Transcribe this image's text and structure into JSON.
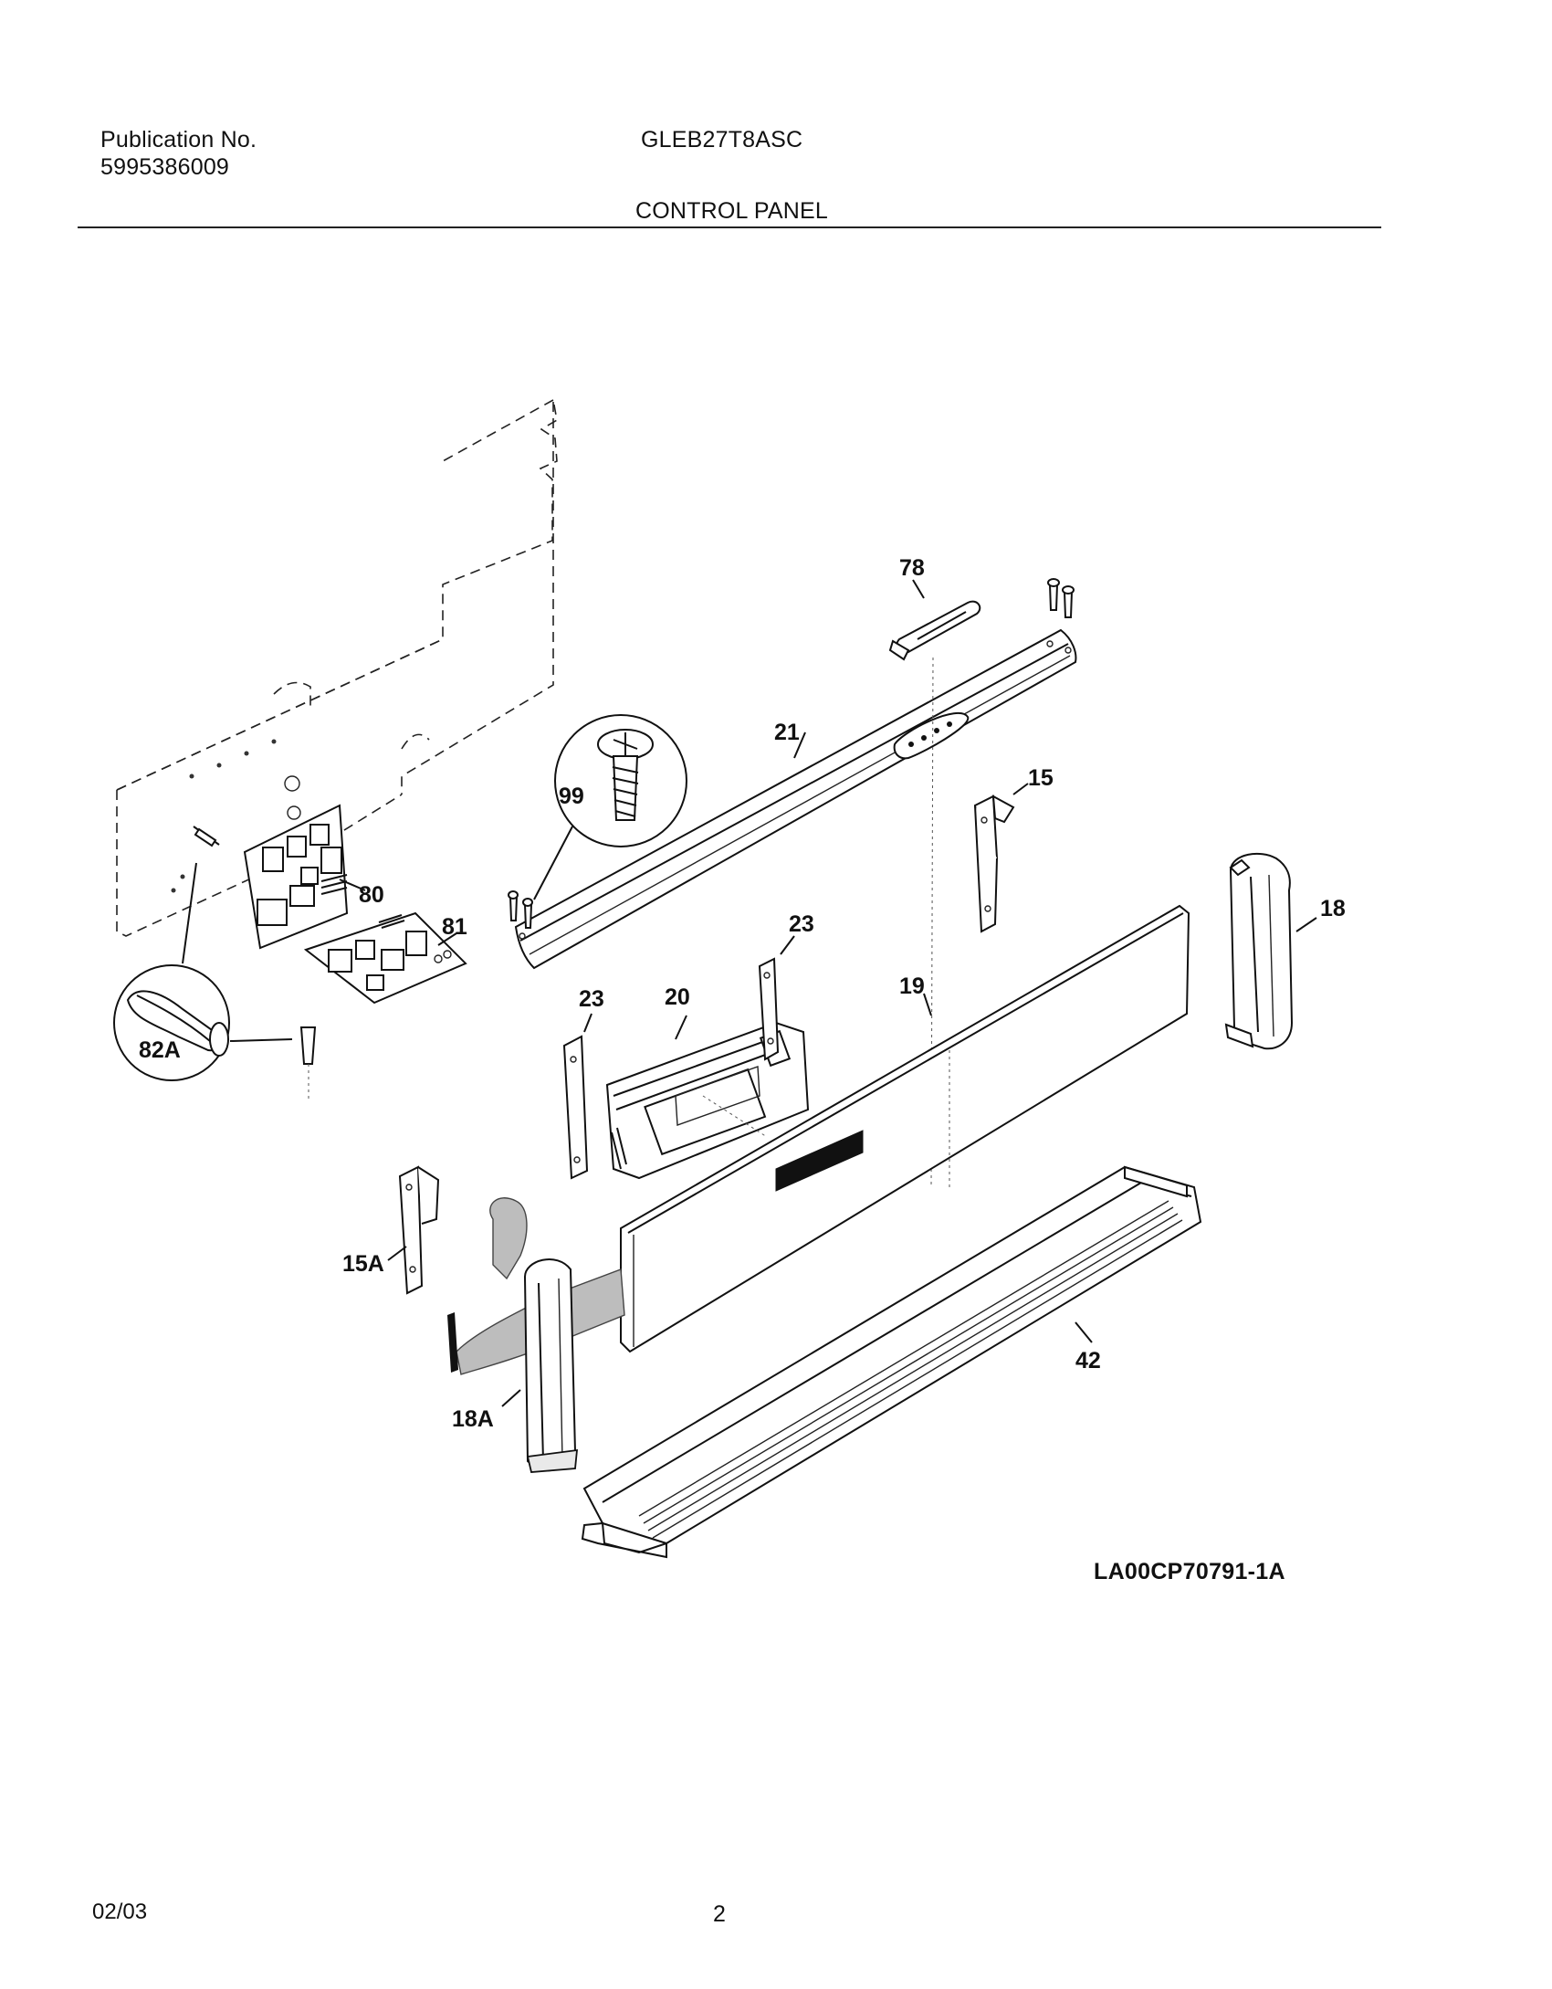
{
  "header": {
    "publication_label": "Publication No.",
    "publication_number": "5995386009",
    "model": "GLEB27T8ASC",
    "section_title": "CONTROL PANEL"
  },
  "callouts": {
    "c78": "78",
    "c21": "21",
    "c99": "99",
    "c15": "15",
    "c18": "18",
    "c80": "80",
    "c81": "81",
    "c23a": "23",
    "c23b": "23",
    "c20": "20",
    "c19": "19",
    "c82A": "82A",
    "c15A": "15A",
    "c42": "42",
    "c18A": "18A"
  },
  "diagram_code": "LA00CP70791-1A",
  "footer": {
    "date": "02/03",
    "page": "2"
  }
}
